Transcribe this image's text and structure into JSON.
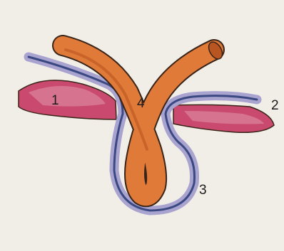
{
  "labels": [
    {
      "id": "label-1",
      "text": "1"
    },
    {
      "id": "label-2",
      "text": "2"
    },
    {
      "id": "label-3",
      "text": "3"
    },
    {
      "id": "label-4",
      "text": "4"
    }
  ],
  "colors": {
    "paper": "#f1eee8",
    "tissue": "#c94a6e",
    "tissue_light": "#e39bb0",
    "membrane_dark": "#2f3f7a",
    "membrane_light": "#a9a3cf",
    "tube": "#e07a38",
    "tube_dark": "#b85520",
    "outline": "#3a2418"
  }
}
